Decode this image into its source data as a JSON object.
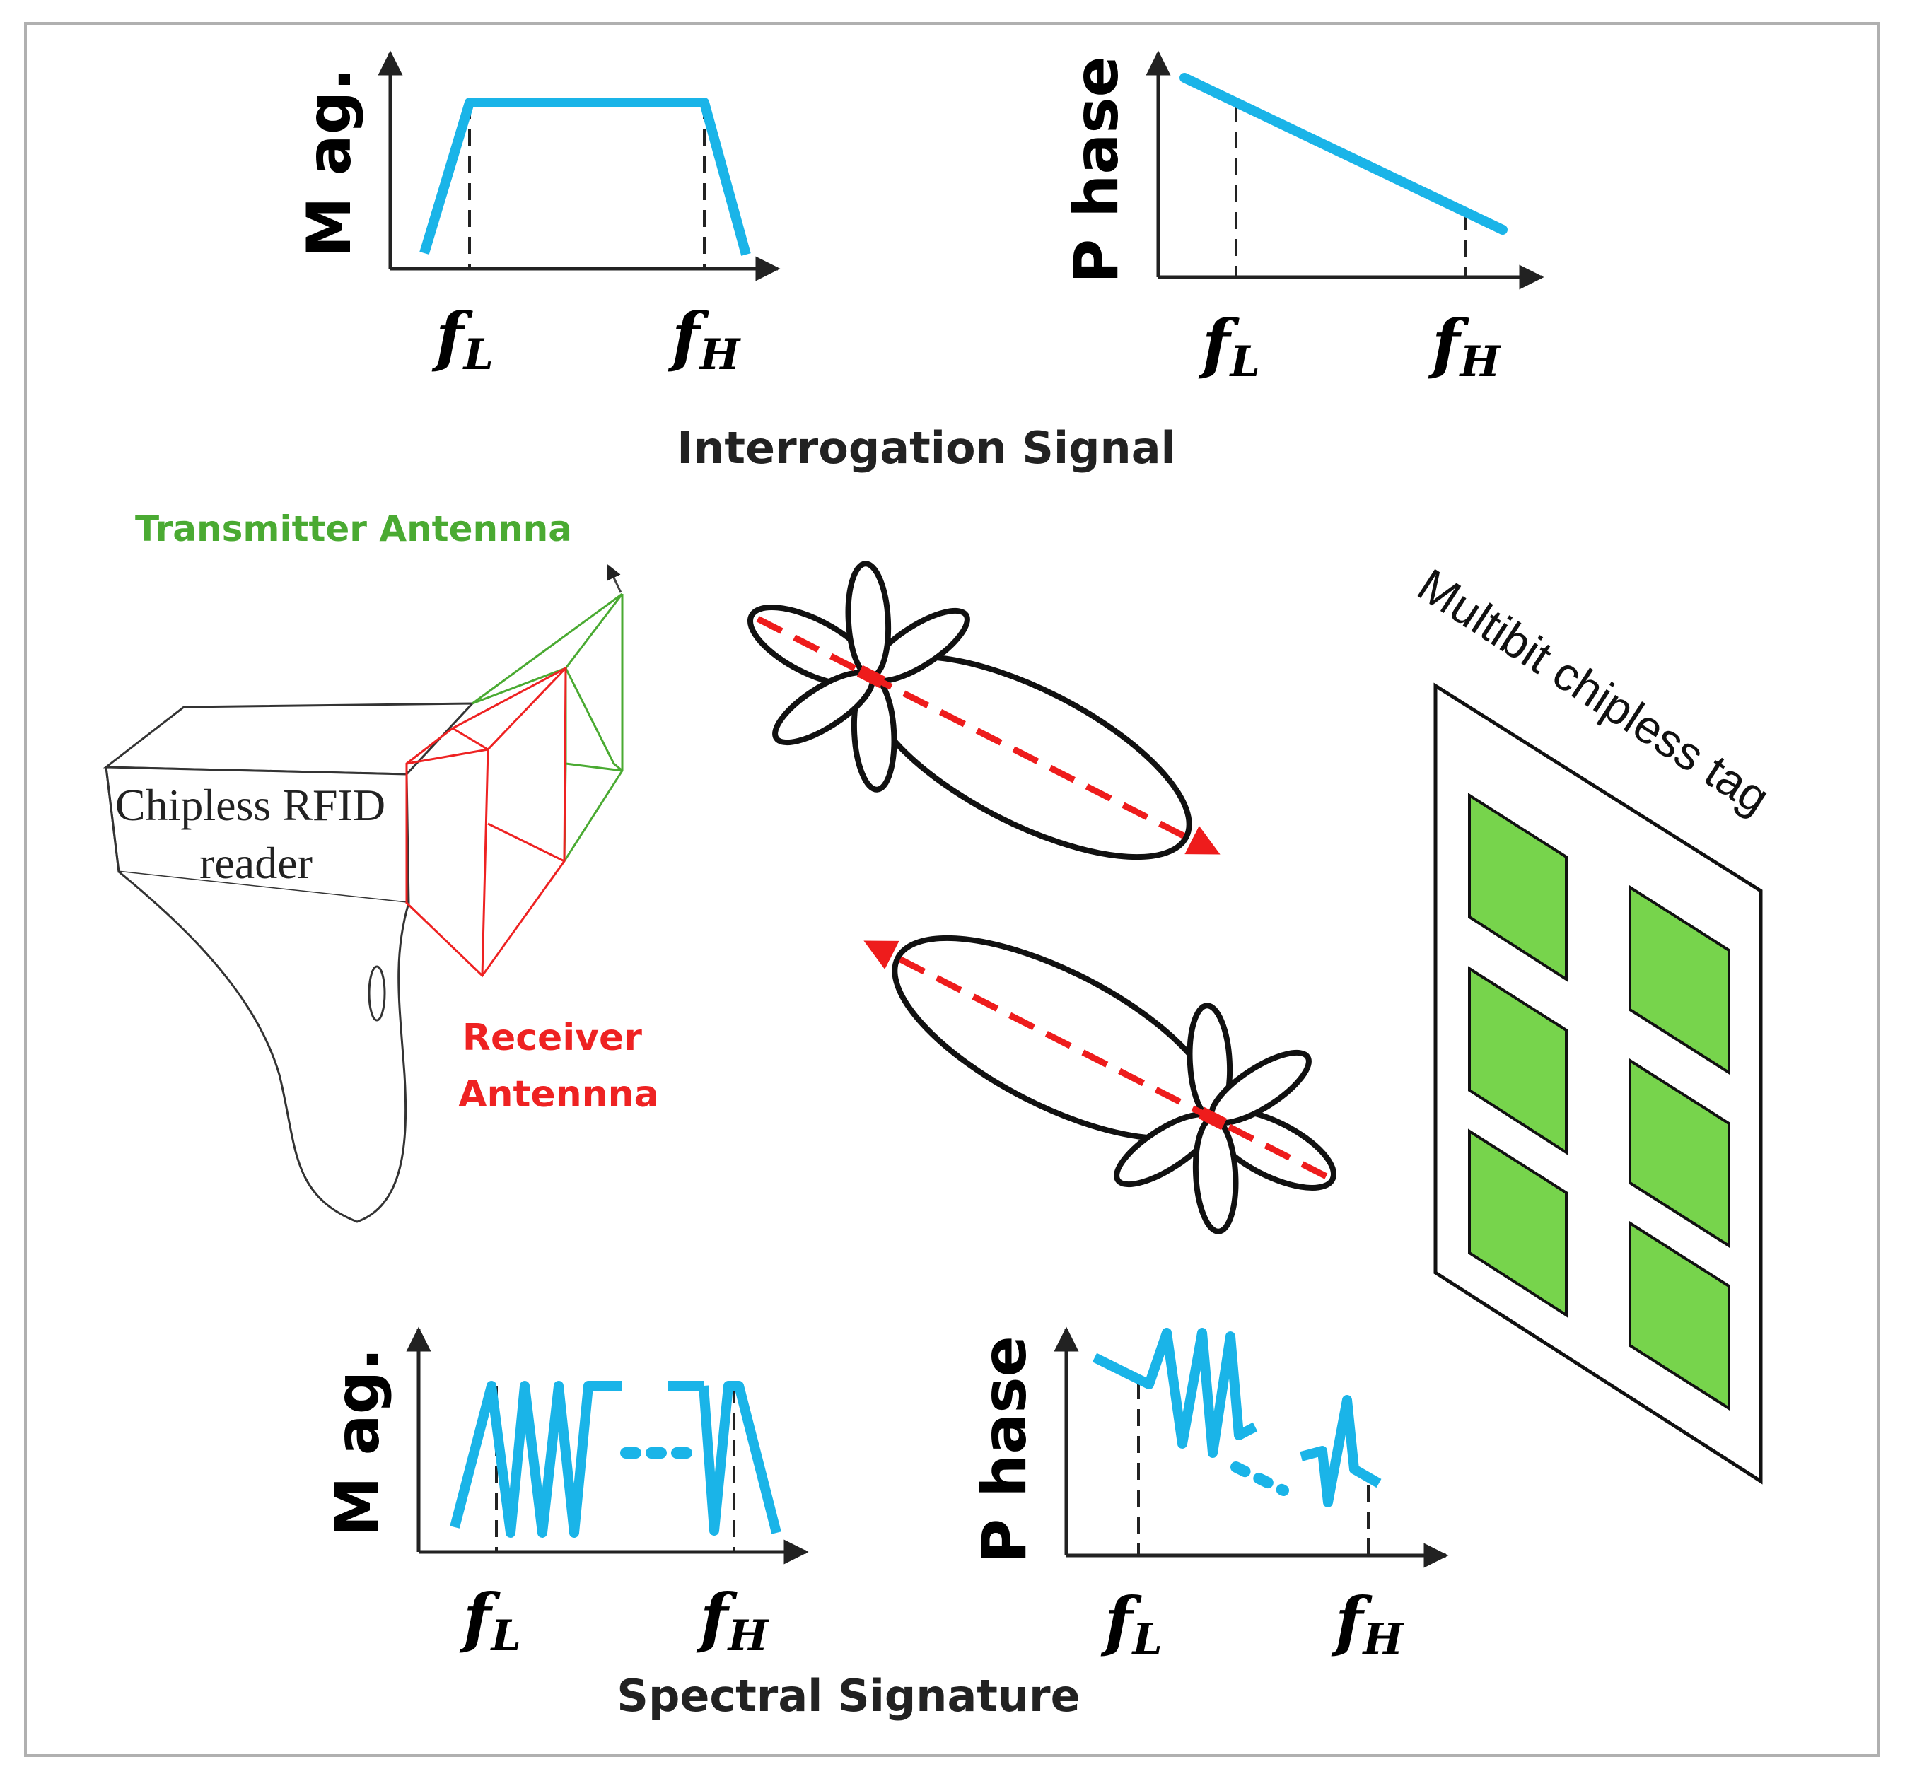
{
  "colors": {
    "signal": "#1ab4e8",
    "transmitter": "#4aaa32",
    "receiver": "#ee2222",
    "tag_patch": "#77d44c",
    "beam_arrow": "#ee1c1c",
    "frame": "#b0b0b0"
  },
  "top": {
    "mag_axis": "M ag.",
    "phase_axis": "P hase",
    "f_low": "f",
    "f_low_sub": "L",
    "f_high": "f",
    "f_high_sub": "H",
    "caption": "Interrogation Signal"
  },
  "bottom": {
    "mag_axis": "M ag.",
    "phase_axis": "P hase",
    "f_low": "f",
    "f_low_sub": "L",
    "f_high": "f",
    "f_high_sub": "H",
    "caption": "Spectral Signature"
  },
  "reader": {
    "transmitter_label": "Transmitter Antennna",
    "receiver_label_1": "Receiver",
    "receiver_label_2": "Antennna",
    "device_label_1": "Chipless RFID",
    "device_label_2": "reader"
  },
  "tag": {
    "label": "Multibit chipless tag"
  }
}
